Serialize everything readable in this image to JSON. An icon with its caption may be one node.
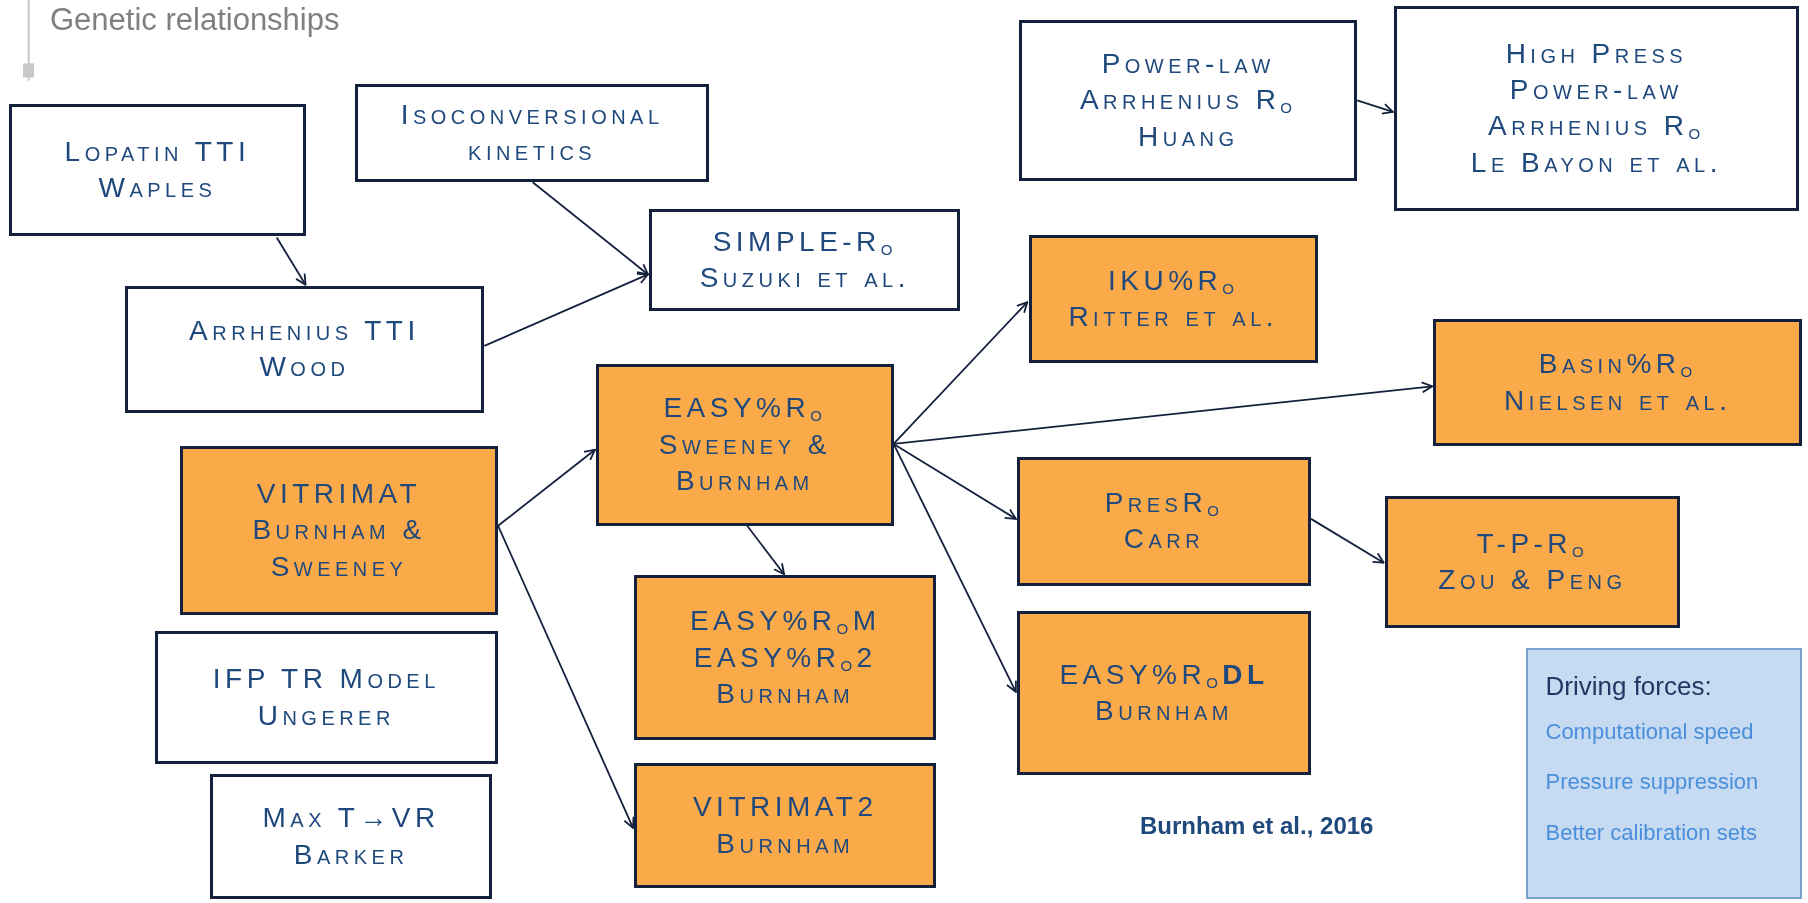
{
  "diagram": {
    "title": "Genetic relationships",
    "nodes": [
      {
        "text": [
          "Lopatin TTI",
          "Waples"
        ]
      },
      {
        "text": [
          "Isoconversional kinetics"
        ]
      },
      {
        "text": [
          "Power-law",
          "Arrhenius R$_{o}$",
          "Huang"
        ]
      },
      {
        "text": [
          "High Press",
          "Power-law",
          "Arrhenius R$_{o}$",
          "Le Bayon et al."
        ]
      },
      {
        "text": [
          "Arrhenius TTI",
          "Wood"
        ]
      },
      {
        "text": [
          "SIMPLE-R$_{o}$",
          "Suzuki et al."
        ]
      },
      {
        "text": [
          "IKU%R$_{o}$",
          "Ritter et al."
        ]
      },
      {
        "text": [
          "EASY%R$_{o}$",
          "Sweeney & Burnham"
        ]
      },
      {
        "text": [
          "Basin%R$_{o}$",
          "Nielsen et al."
        ]
      },
      {
        "text": [
          "VITRIMAT",
          "Burnham & Sweeney"
        ]
      },
      {
        "text": [
          "PresR$_{o}$",
          "Carr"
        ]
      },
      {
        "text": [
          "T-P-R$_{o}$",
          "Zou & Peng"
        ]
      },
      {
        "text": [
          "EASY%R$_{o}$M",
          "EASY%R$_{o}$2",
          "Burnham"
        ]
      },
      {
        "text": [
          "EASY%R$_{o}$**DL**",
          "Burnham"
        ]
      },
      {
        "text": [
          "IFP TR Model",
          "Ungerer"
        ]
      },
      {
        "text": [
          "VITRIMAT2",
          "Burnham"
        ]
      },
      {
        "text": [
          "Max T→VR",
          "Barker"
        ]
      },
      {
        "text": [
          "Driving forces:",
          "Computational speed",
          "Pressure suppression",
          "Better calibration sets"
        ]
      }
    ],
    "edges": [
      {
        "from": 0,
        "to": 4,
        "arrow": "to"
      },
      {
        "from": 1,
        "to": 5,
        "arrow": "to"
      },
      {
        "from": 4,
        "to": 5,
        "arrow": "to"
      },
      {
        "from": 9,
        "to": 7,
        "arrow": "to"
      },
      {
        "from": 9,
        "to": 15,
        "arrow": "to"
      },
      {
        "from": 7,
        "to": 12,
        "arrow": "to"
      },
      {
        "from": 7,
        "to": 6,
        "arrow": "to"
      },
      {
        "from": 7,
        "to": 8,
        "arrow": "to"
      },
      {
        "from": 7,
        "to": 10,
        "arrow": "to"
      },
      {
        "from": 7,
        "to": 13,
        "arrow": "to"
      },
      {
        "from": 10,
        "to": 11,
        "arrow": "to"
      },
      {
        "from": 2,
        "to": 3,
        "arrow": "to"
      }
    ],
    "labels": [
      "Burnham et al., 2016"
    ]
  }
}
